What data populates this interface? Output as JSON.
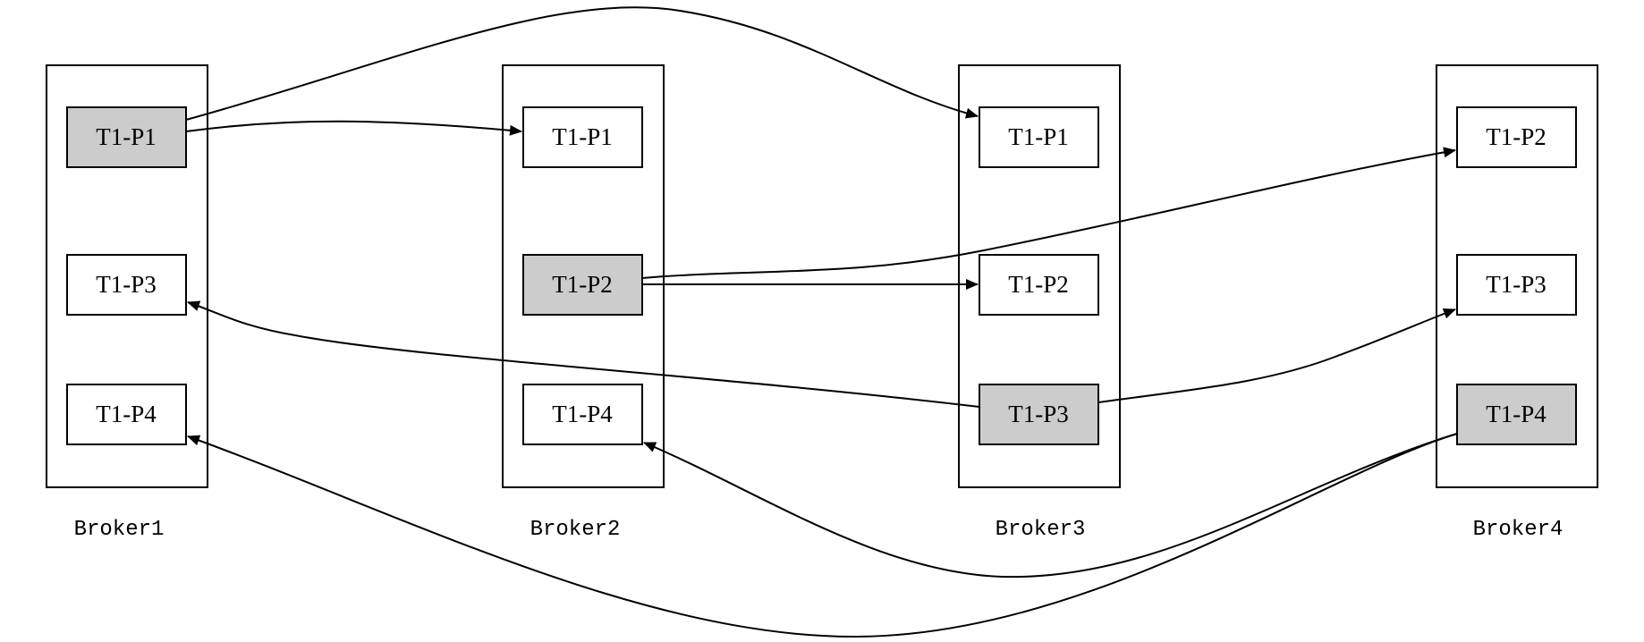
{
  "brokers": [
    {
      "label": "Broker1",
      "partitions": [
        {
          "label": "T1-P1",
          "leader": true
        },
        {
          "label": "T1-P3",
          "leader": false
        },
        {
          "label": "T1-P4",
          "leader": false
        }
      ]
    },
    {
      "label": "Broker2",
      "partitions": [
        {
          "label": "T1-P1",
          "leader": false
        },
        {
          "label": "T1-P2",
          "leader": true
        },
        {
          "label": "T1-P4",
          "leader": false
        }
      ]
    },
    {
      "label": "Broker3",
      "partitions": [
        {
          "label": "T1-P1",
          "leader": false
        },
        {
          "label": "T1-P2",
          "leader": false
        },
        {
          "label": "T1-P3",
          "leader": true
        }
      ]
    },
    {
      "label": "Broker4",
      "partitions": [
        {
          "label": "T1-P2",
          "leader": false
        },
        {
          "label": "T1-P3",
          "leader": false
        },
        {
          "label": "T1-P4",
          "leader": true
        }
      ]
    }
  ],
  "replication": [
    {
      "from": "Broker1/T1-P1",
      "to": "Broker2/T1-P1"
    },
    {
      "from": "Broker1/T1-P1",
      "to": "Broker3/T1-P1"
    },
    {
      "from": "Broker2/T1-P2",
      "to": "Broker3/T1-P2"
    },
    {
      "from": "Broker2/T1-P2",
      "to": "Broker4/T1-P2"
    },
    {
      "from": "Broker3/T1-P3",
      "to": "Broker1/T1-P3"
    },
    {
      "from": "Broker3/T1-P3",
      "to": "Broker4/T1-P3"
    },
    {
      "from": "Broker4/T1-P4",
      "to": "Broker1/T1-P4"
    },
    {
      "from": "Broker4/T1-P4",
      "to": "Broker2/T1-P4"
    }
  ],
  "colors": {
    "leader_fill": "#cccccc",
    "follower_fill": "#ffffff",
    "stroke": "#000000"
  }
}
